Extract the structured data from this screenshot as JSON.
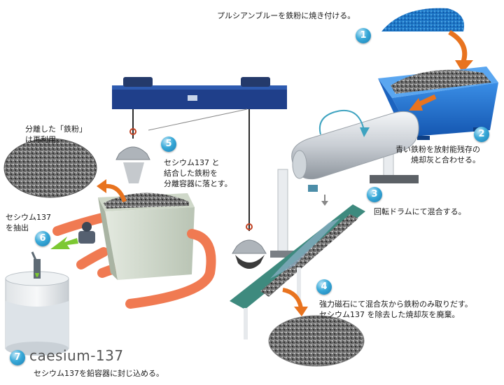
{
  "steps": [
    {
      "num": "1",
      "text": "プルシアンブルーを鉄粉に焼き付ける。"
    },
    {
      "num": "2",
      "text": "青い鉄粉を放射能残存の\n焼却灰と合わせる。"
    },
    {
      "num": "3",
      "text": "回転ドラムにて混合する。"
    },
    {
      "num": "4",
      "text": "強力磁石にて混合灰から鉄粉のみ取りだす。\nセシウム137 を除去した焼却灰を廃棄。"
    },
    {
      "num": "5",
      "text": "セシウム137 と\n結合した鉄粉を\n分離容器に落とす。"
    },
    {
      "num": "6",
      "text": "セシウム137\nを抽出"
    },
    {
      "num": "7",
      "text": "セシウム137を鉛容器に封じ込める。",
      "title": "caesium-137"
    }
  ],
  "reuse_note": "分離した「鉄粉」\nは再利用。",
  "colors": {
    "badge": "#2a96c9",
    "arrow_orange": "#e8731f",
    "arrow_green": "#7cc832",
    "crane": "#1f3f8a",
    "tub": "#1f6fd0",
    "box": "#d7e0d2",
    "belt": "#3e8a7e"
  }
}
